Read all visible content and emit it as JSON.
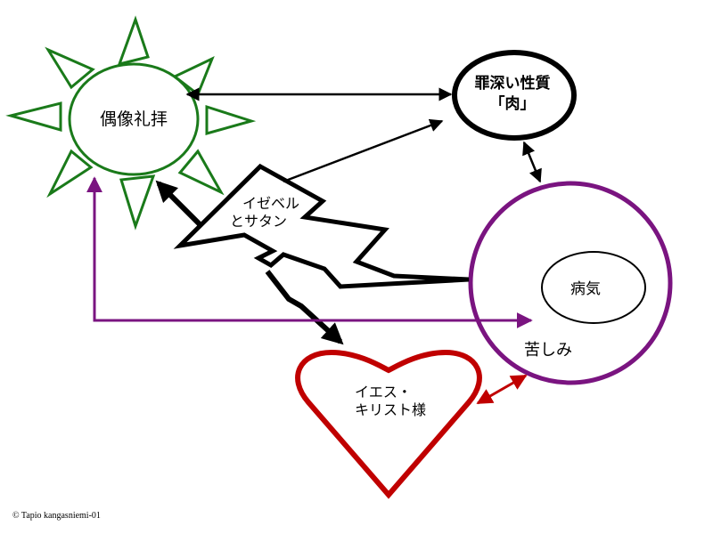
{
  "nodes": {
    "idolatry": {
      "label": "偶像礼拝",
      "color": "#1a7a1a"
    },
    "sinful_nature": {
      "label_line1": "罪深い性質",
      "label_line2": "「肉」",
      "color": "#000000"
    },
    "suffering": {
      "label": "苦しみ",
      "color": "#7a1480"
    },
    "illness": {
      "label": "病気",
      "color": "#000000"
    },
    "jezebel_satan": {
      "label_line1": "イゼベル",
      "label_line2": "とサタン",
      "color": "#000000"
    },
    "jesus": {
      "label_line1": "イエス・",
      "label_line2": "キリスト様",
      "color": "#c00000"
    }
  },
  "colors": {
    "black": "#000000",
    "green": "#1a7a1a",
    "purple": "#7a1480",
    "red": "#c00000"
  },
  "footer": {
    "copyright": "© Tapio kangasniemi-01"
  }
}
